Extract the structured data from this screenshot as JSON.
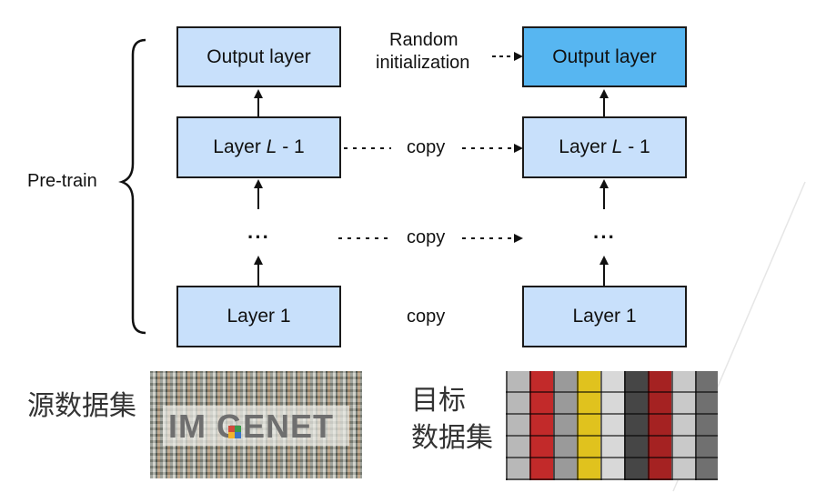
{
  "labels": {
    "output_layer": "Output layer",
    "layer_l_prefix": "Layer ",
    "layer_l_var": "L",
    "layer_l_suffix": " - 1",
    "layer_1": "Layer 1",
    "ellipsis": "···",
    "copy": "copy",
    "random_init_line1": "Random",
    "random_init_line2": "initialization",
    "pretrain": "Pre-train"
  },
  "datasets": {
    "source_label": "源数据集",
    "target_label_line1": "目标",
    "target_label_line2": "数据集",
    "imagenet_logo": "IM GENET"
  },
  "colors": {
    "box_fill": "#c8e0fb",
    "highlight_box_fill": "#57b6f1",
    "border": "#1a1a1a"
  }
}
